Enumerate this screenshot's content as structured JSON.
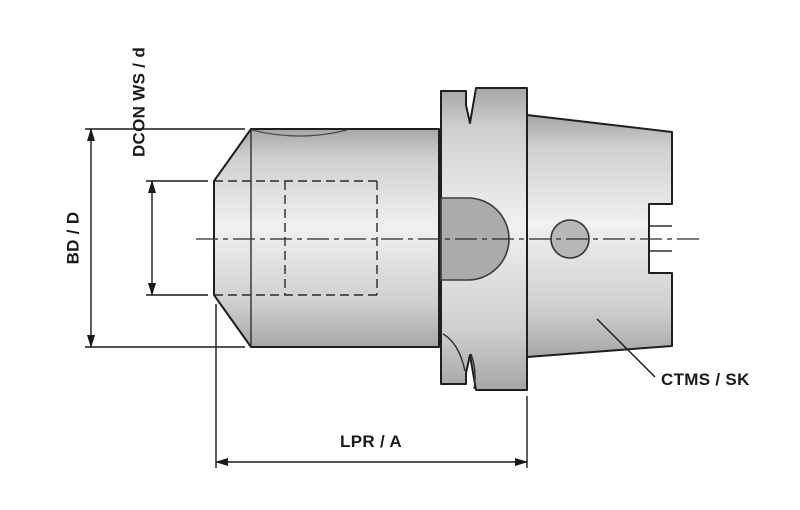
{
  "drawing": {
    "labels": {
      "dcon": "DCON WS / d",
      "bd": "BD / D",
      "lpr": "LPR / A",
      "ctms": "CTMS / SK"
    },
    "colors": {
      "background": "#ffffff",
      "outline": "#1f1f1f",
      "dimension_line": "#1a1a1a",
      "metal_highlight": "#f0f0f0",
      "metal_mid": "#cfcfcf",
      "metal_shadow": "#a6a6a6",
      "cut_section_fill": "#a9abad",
      "hole_fill": "#b5b7b8"
    }
  }
}
